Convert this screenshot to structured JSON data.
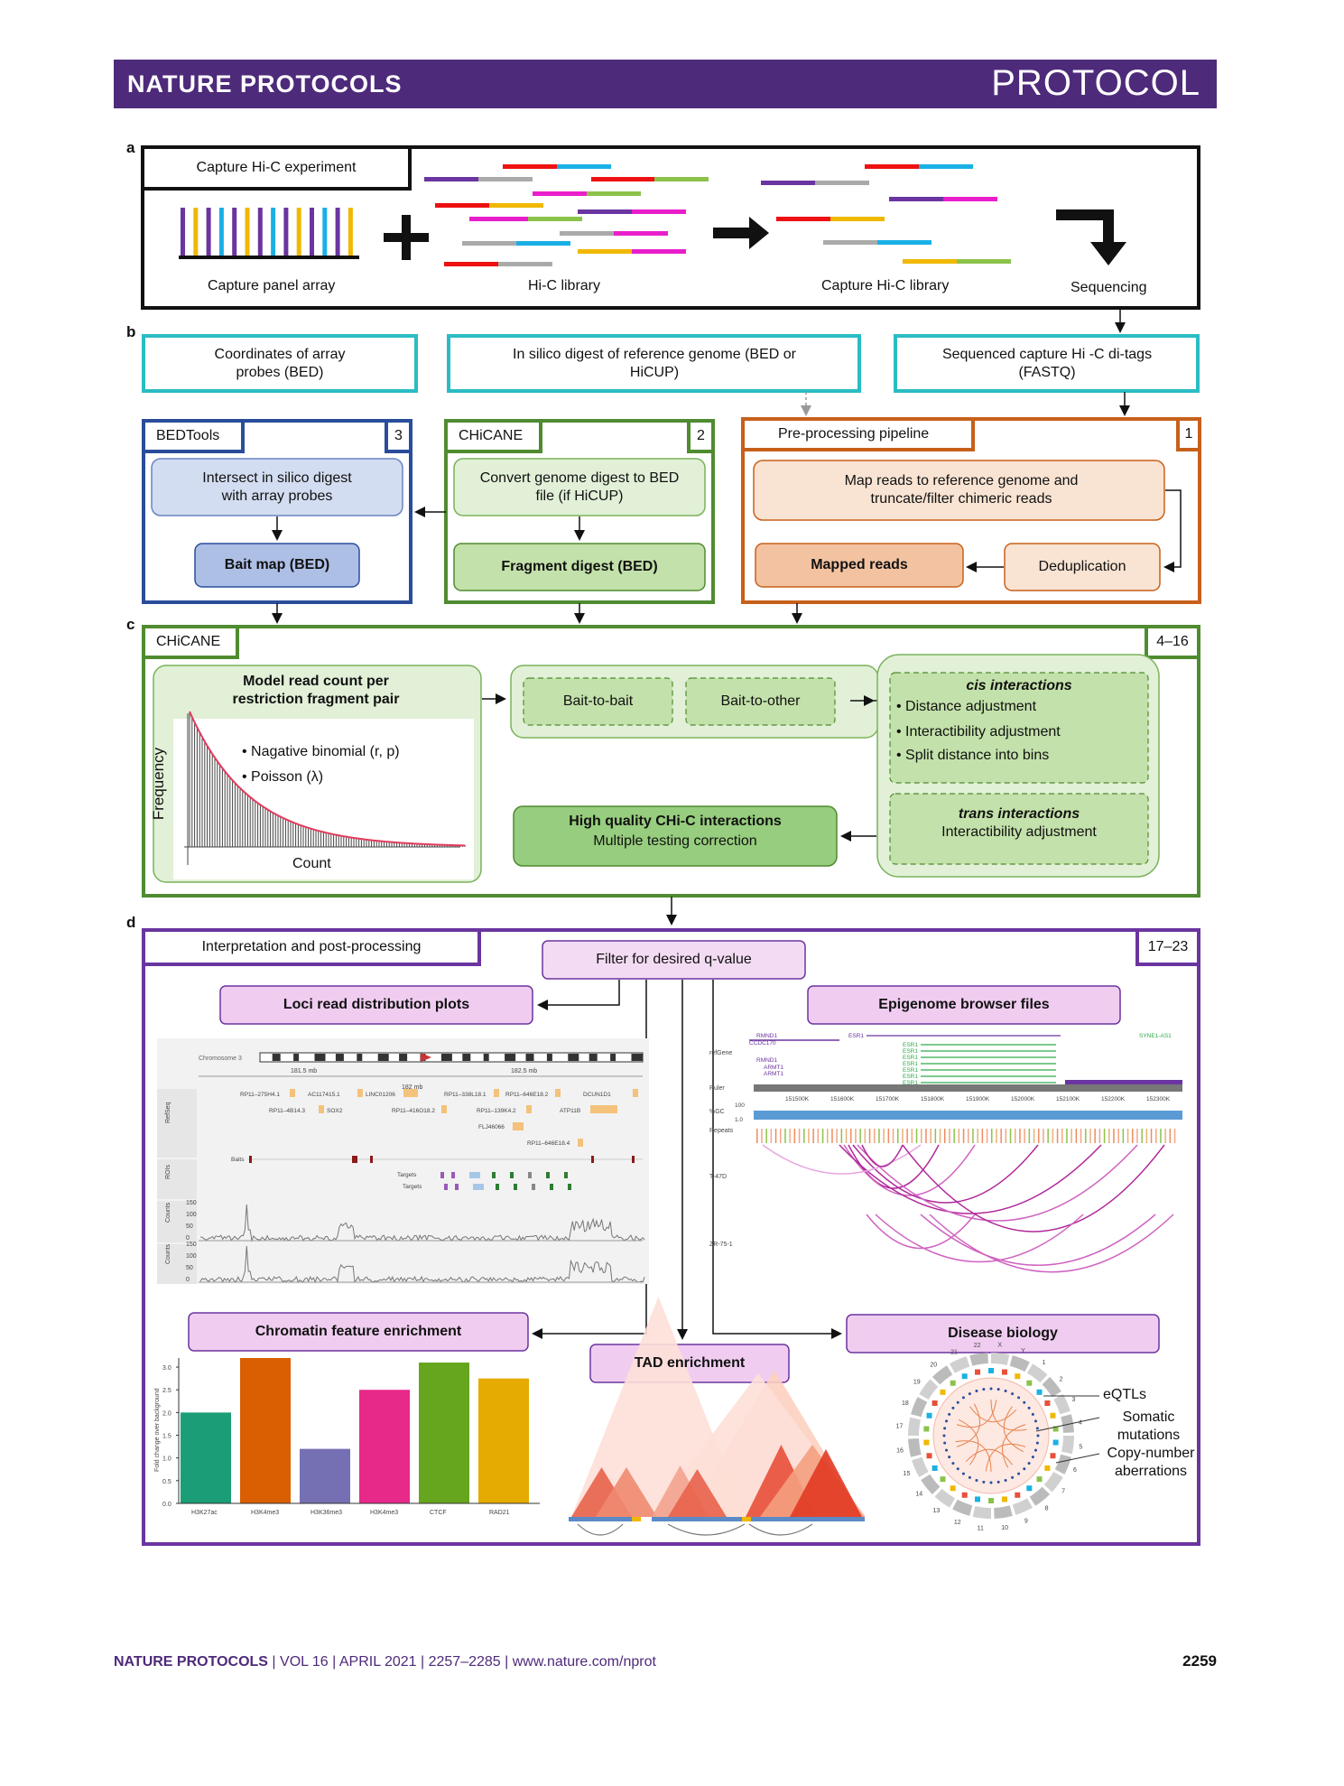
{
  "header": {
    "journal": "NATURE PROTOCOLS",
    "type": "PROTOCOL"
  },
  "panels": {
    "a": "a",
    "b": "b",
    "c": "c",
    "d": "d"
  },
  "panel_a": {
    "title": "Capture Hi-C experiment",
    "capture_panel": "Capture panel array",
    "hic_library": "Hi-C library",
    "capture_hic_library": "Capture Hi-C library",
    "sequencing": "Sequencing"
  },
  "panel_b": {
    "input_left": "Coordinates of array probes (BED)",
    "input_mid": "In silico digest of reference genome (BED or HiCUP)",
    "input_right": "Sequenced capture Hi -C di-tags (FASTQ)",
    "bedtools": {
      "title": "BEDTools",
      "step": "3",
      "process": "Intersect in silico digest with array probes",
      "output": "Bait map (BED)"
    },
    "chicane": {
      "title": "CHiCANE",
      "step": "2",
      "process": "Convert genome digest to BED file (if HiCUP)",
      "output": "Fragment digest (BED)"
    },
    "preproc": {
      "title": "Pre-processing pipeline",
      "step": "1",
      "process": "Map reads to reference genome and truncate/filter chimeric reads",
      "dedup": "Deduplication",
      "output": "Mapped reads"
    }
  },
  "panel_c": {
    "title": "CHiCANE",
    "steps": "4–16",
    "model_title": "Model read count per restriction fragment pair",
    "dist1": "Nagative binomial (r, p)",
    "dist2": "Poisson (λ)",
    "xlabel": "Count",
    "ylabel": "Frequency",
    "b2b": "Bait-to-bait",
    "b2o": "Bait-to-other",
    "cis_title": "cis interactions",
    "cis_items": [
      "Distance adjustment",
      "Interactibility adjustment",
      "Split distance into bins"
    ],
    "trans_title": "trans interactions",
    "trans_sub": "Interactibility adjustment",
    "hq_title": "High quality CHi-C interactions",
    "hq_sub": "Multiple testing correction"
  },
  "panel_d": {
    "title": "Interpretation and post-processing",
    "steps": "17–23",
    "filter": "Filter for desired q-value",
    "loci": "Loci read distribution plots",
    "epigenome": "Epigenome browser files",
    "chromatin": "Chromatin feature enrichment",
    "tad": "TAD enrichment",
    "disease": "Disease biology",
    "disease_labels": [
      "eQTLs",
      "Somatic mutations",
      "Copy-number aberrations"
    ],
    "loci_plot": {
      "chromosome": "Chromosome 3",
      "ticks": [
        "181.5 mb",
        "182 mb",
        "182.5 mb"
      ],
      "genes_row1": [
        "RP11–275H4.1",
        "AC117415.1",
        "LINC01206",
        "RP11–338L18.1",
        "RP11–646E18.2",
        "DCUN1D1"
      ],
      "genes_row2": [
        "RP11–4B14.3",
        "SOX2",
        "RP11–416O18.2",
        "RP11–139K4.2",
        "ATP11B"
      ],
      "genes_row3": [
        "FLJ46066"
      ],
      "genes_row4": [
        "RP11–646E18.4"
      ],
      "track_labels": [
        "RefSeq",
        "ROIs",
        "Counts",
        "Counts"
      ],
      "baits": "Baits",
      "targets": "Targets",
      "y_ticks": [
        "150",
        "100",
        "50",
        "0"
      ]
    },
    "browser": {
      "genes_left": [
        "RMND1",
        "CCDC170"
      ],
      "genes_left2": [
        "RMND1",
        "ARMT1",
        "ARMT1"
      ],
      "esr": [
        "ESR1",
        "ESR1",
        "ESR1",
        "ESR1",
        "ESR1",
        "ESR1",
        "ESR1",
        "ESR1"
      ],
      "syne": "SYNE1-AS1",
      "tracks": [
        "refGene",
        "Ruler",
        "%GC",
        "Repeats",
        "T-47D",
        "ZR-75-1"
      ],
      "gc_ticks": [
        "100",
        "1.0"
      ],
      "ruler": [
        "151500K",
        "151600K",
        "151700K",
        "151800K",
        "151900K",
        "152000K",
        "152100K",
        "152200K",
        "152300K"
      ]
    },
    "circos_labels": [
      "X",
      "Y",
      "1",
      "2",
      "3",
      "4",
      "5",
      "6",
      "7",
      "8",
      "9",
      "10",
      "11",
      "12",
      "13",
      "14",
      "15",
      "16",
      "17",
      "18",
      "19",
      "20",
      "21",
      "22"
    ]
  },
  "chart_data": {
    "type": "bar",
    "categories": [
      "H3K27ac",
      "H3K4me3",
      "H3K36me3",
      "H3K4me3",
      "CTCF",
      "RAD21"
    ],
    "values": [
      2.0,
      3.2,
      1.2,
      2.5,
      3.1,
      2.75
    ],
    "colors": [
      "#1b9e77",
      "#d95f02",
      "#7570b3",
      "#e7298a",
      "#66a61e",
      "#e6ab02"
    ],
    "ylabel": "Fold change over background",
    "ylim": [
      0,
      3.2
    ],
    "yticks": [
      "0.0",
      "0.5",
      "1.0",
      "1.5",
      "2.0",
      "2.5",
      "3.0"
    ]
  },
  "footer": {
    "journal": "NATURE PROTOCOLS",
    "issue": "VOL 16",
    "date": "APRIL 2021",
    "pages": "2257–2285",
    "url": "www.nature.com/nprot",
    "page": "2259"
  }
}
